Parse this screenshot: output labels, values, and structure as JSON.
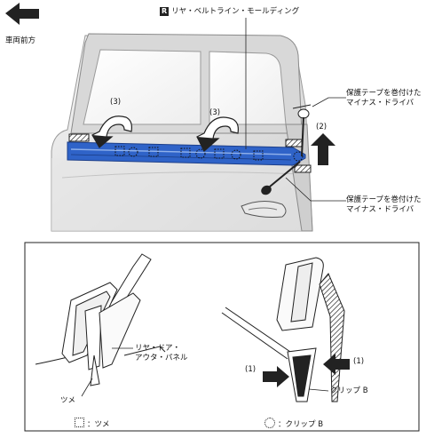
{
  "top": {
    "forward_label": "車両前方",
    "part_badge": "R",
    "part_title": "リヤ・ベルトライン・モールディング",
    "step_3_left": "(3)",
    "step_3_right": "(3)",
    "step_2": "(2)",
    "tool_label_upper_1": "保護テープを巻付けた",
    "tool_label_upper_2": "マイナス・ドライバ",
    "tool_label_lower_1": "保護テープを巻付けた",
    "tool_label_lower_2": "マイナス・ドライバ"
  },
  "detail": {
    "panel_label_1": "リヤ・ドア・",
    "panel_label_2": "アウタ・パネル",
    "claw_label": "ツメ",
    "step_1_left": "(1)",
    "step_1_right": "(1)",
    "clip_label": "クリップ B"
  },
  "legend": {
    "claw": "：ツメ",
    "clip": "：クリップ B"
  },
  "colors": {
    "molding_blue": "#2f63c8",
    "door_gray": "#dcdcdc",
    "line": "#222222"
  }
}
